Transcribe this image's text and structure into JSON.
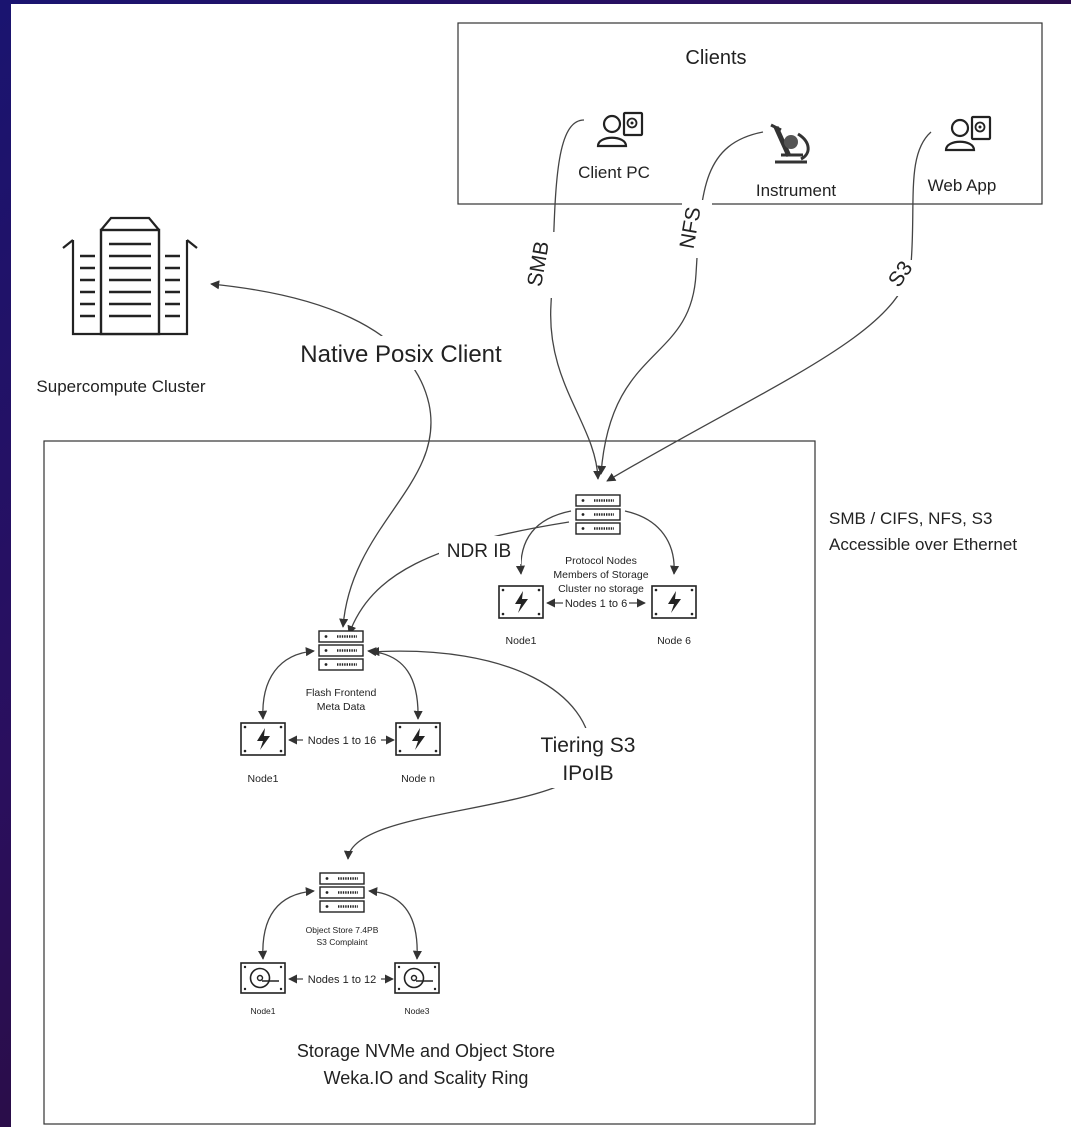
{
  "clients": {
    "title": "Clients",
    "client_pc": "Client PC",
    "instrument": "Instrument",
    "web_app": "Web App"
  },
  "protocols": {
    "smb": "SMB",
    "nfs": "NFS",
    "s3": "S3",
    "native_posix_client": "Native Posix Client",
    "ndr_ib": "NDR IB",
    "tiering_line1": "Tiering S3",
    "tiering_line2": "IPoIB"
  },
  "supercompute": {
    "label": "Supercompute Cluster"
  },
  "side_note": {
    "line1": "SMB / CIFS, NFS, S3",
    "line2": "Accessible over Ethernet"
  },
  "protocol_nodes": {
    "line1": "Protocol Nodes",
    "line2": "Members of Storage",
    "line3": "Cluster no storage",
    "range": "Nodes 1 to 6",
    "left_node": "Node1",
    "right_node": "Node 6"
  },
  "flash_frontend": {
    "line1": "Flash Frontend",
    "line2": "Meta Data",
    "range": "Nodes 1 to 16",
    "left_node": "Node1",
    "right_node": "Node n"
  },
  "object_store": {
    "line1": "Object Store 7.4PB",
    "line2": "S3 Complaint",
    "range": "Nodes 1 to 12",
    "left_node": "Node1",
    "right_node": "Node3"
  },
  "storage_caption": {
    "line1": "Storage NVMe and Object Store",
    "line2": "Weka.IO and Scality Ring"
  }
}
